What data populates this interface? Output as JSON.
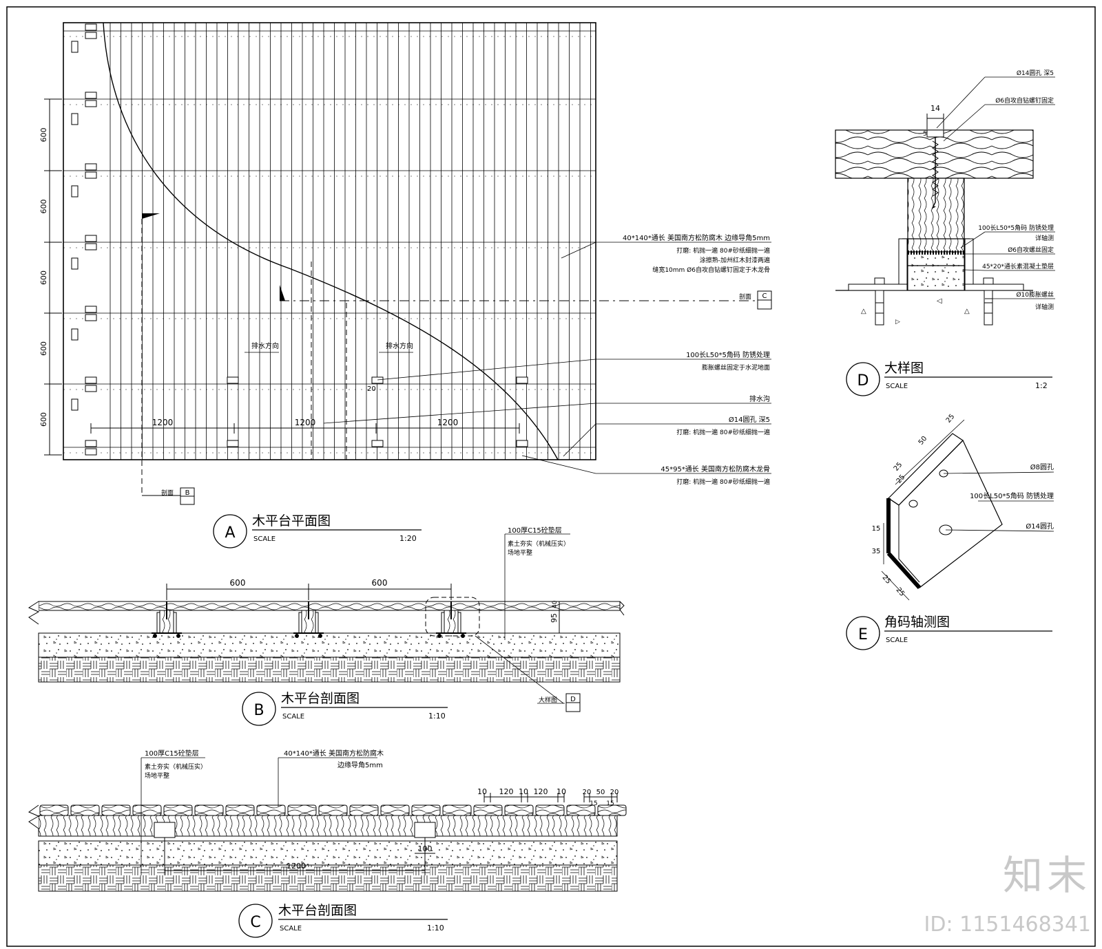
{
  "plan_a": {
    "badge": "A",
    "title": "木平台平面图",
    "scale_label": "SCALE",
    "scale": "1:20",
    "left_dims": [
      "600",
      "600",
      "600",
      "600",
      "600"
    ],
    "bottom_dims": [
      "1200",
      "1200",
      "1200"
    ],
    "drain_labels": [
      "排水方向",
      "排水方向"
    ],
    "gap_dim": "20",
    "section_b_text": "剖面",
    "section_b_tag": "B",
    "section_c_text": "剖面",
    "section_c_tag": "C",
    "notes": [
      {
        "lines": [
          "40*140*通长 美国南方松防腐木 边缘导角5mm",
          "打磨: 机抛一遍 80#砂纸细抛一遍",
          "涂擦熟-加州红木封漆两遍",
          "缝宽10mm Ø6自攻自钻螺钉固定于木龙骨"
        ]
      },
      {
        "lines": [
          "100长L50*5角码 防锈处理",
          "膨胀螺丝固定于水泥地面"
        ]
      },
      {
        "lines": [
          "排水沟"
        ]
      },
      {
        "lines": [
          "Ø14圆孔 深5",
          "打磨: 机抛一遍 80#砂纸细抛一遍"
        ]
      },
      {
        "lines": [
          "45*95*通长 美国南方松防腐木龙骨",
          "打磨: 机抛一遍 80#砂纸细抛一遍"
        ]
      }
    ]
  },
  "section_b": {
    "badge": "B",
    "title": "木平台剖面图",
    "scale_label": "SCALE",
    "scale": "1:10",
    "dims": [
      "600",
      "600"
    ],
    "height_dim": "95",
    "top_dim": "40",
    "note_lines": [
      "100厚C15砼垫层",
      "素土夯实（机械压实）",
      "场地平整"
    ],
    "detail_text": "大样图",
    "detail_tag": "D"
  },
  "section_c": {
    "badge": "C",
    "title": "木平台剖面图",
    "scale_label": "SCALE",
    "scale": "1:10",
    "note_left": [
      "100厚C15砼垫层",
      "素土夯实（机械压实）",
      "场地平整"
    ],
    "note_right": [
      "40*140*通长 美国南方松防腐木",
      "边缘导角5mm"
    ],
    "top_dims": [
      "10",
      "120",
      "10",
      "120",
      "10"
    ],
    "right_dims": [
      "20",
      "50",
      "20"
    ],
    "right_sub": [
      "15",
      "15"
    ],
    "bottom_dims": [
      "100",
      "1200"
    ]
  },
  "detail_d": {
    "badge": "D",
    "title": "大样图",
    "scale_label": "SCALE",
    "scale": "1:2",
    "top_dim": "14",
    "side_dim": "5",
    "notes": [
      "Ø14圆孔 深5",
      "Ø6自攻自钻螺钉固定",
      "100长L50*5角码 防锈处理",
      "详轴测",
      "Ø6自攻螺丝固定",
      "45*20*通长素混凝土垫层",
      "Ø10膨胀螺丝",
      "详轴测"
    ]
  },
  "detail_e": {
    "badge": "E",
    "title": "角码轴测图",
    "scale_label": "SCALE",
    "dims": [
      "25",
      "50",
      "25",
      "25",
      "15",
      "35",
      "25",
      "25"
    ],
    "notes": [
      "Ø8圆孔",
      "100长L50*5角码 防锈处理",
      "Ø14圆孔"
    ]
  },
  "watermark": {
    "logo": "知末",
    "id": "ID: 1151468341"
  }
}
